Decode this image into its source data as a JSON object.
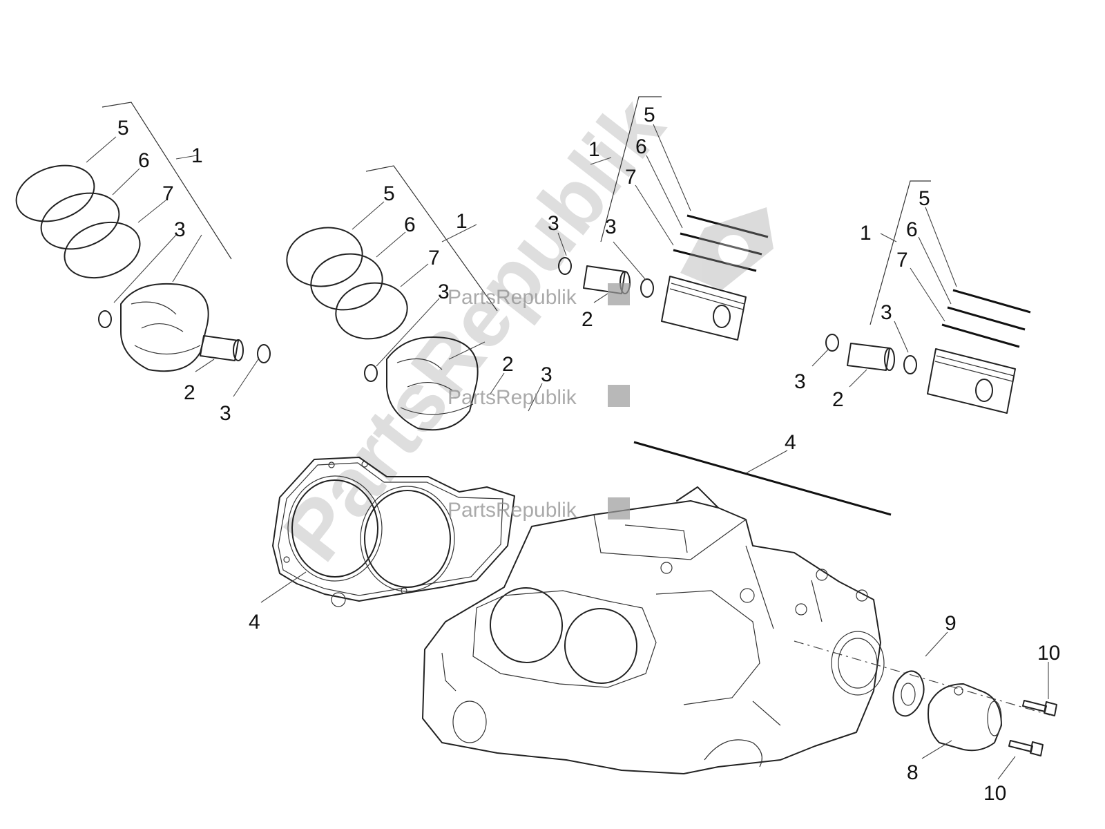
{
  "watermark": {
    "text": "PartsRepublik",
    "icon": "gear-icon"
  },
  "callouts": {
    "c1": "5",
    "c2": "6",
    "c3": "7",
    "c4": "1",
    "c5": "3",
    "c6": "2",
    "c7": "3",
    "c8": "5",
    "c9": "6",
    "c10": "7",
    "c11": "1",
    "c12": "3",
    "c13": "2",
    "c14": "3",
    "c15": "5",
    "c16": "6",
    "c17": "7",
    "c18": "1",
    "c19": "3",
    "c20": "3",
    "c21": "2",
    "c22": "5",
    "c23": "6",
    "c24": "7",
    "c25": "1",
    "c26": "3",
    "c27": "3",
    "c28": "2",
    "c29": "4",
    "c30": "4",
    "c31": "9",
    "c32": "10",
    "c33": "8",
    "c34": "10"
  }
}
